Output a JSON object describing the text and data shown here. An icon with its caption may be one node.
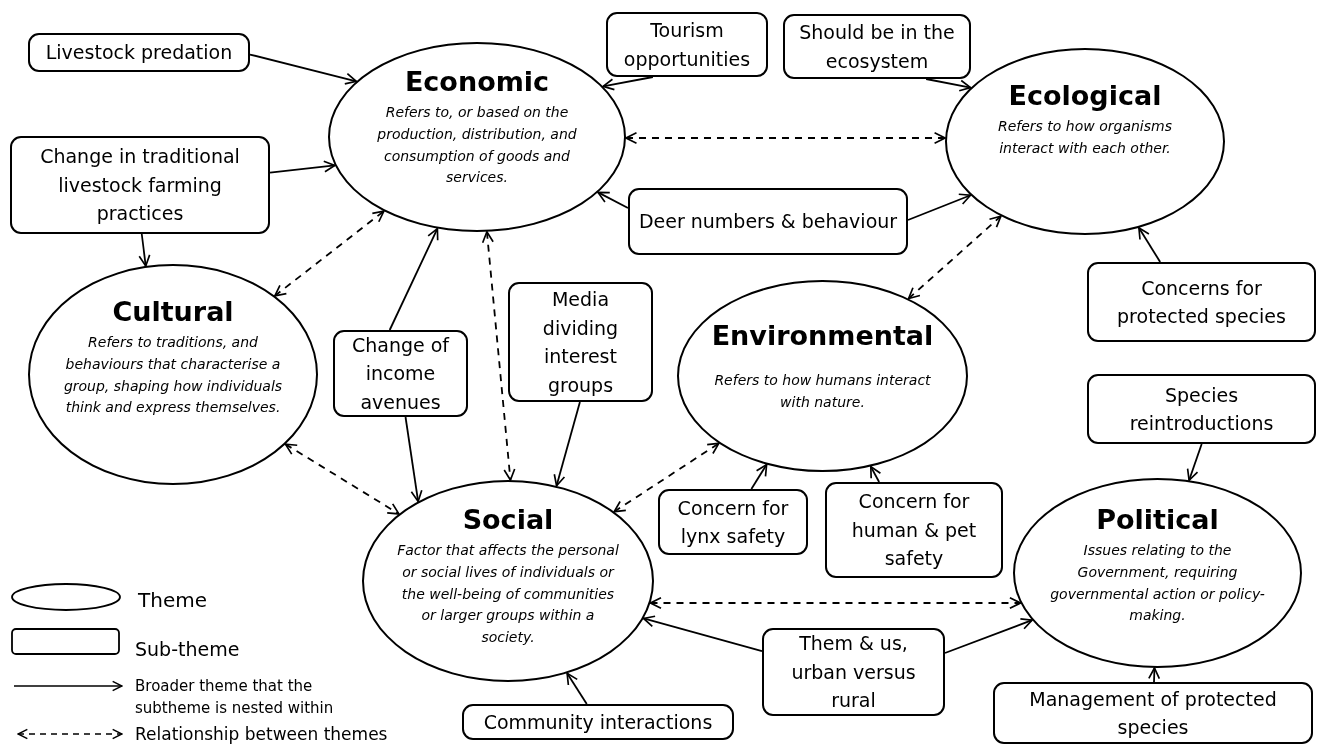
{
  "diagram": {
    "nodes": [
      {
        "text": [
          "Livestock predation"
        ]
      },
      {
        "text": [
          "Economic",
          "Refers to, or based on the production, distribution, and consumption of goods and services."
        ]
      },
      {
        "text": [
          "Tourism opportunities"
        ]
      },
      {
        "text": [
          "Should be in the ecosystem"
        ]
      },
      {
        "text": [
          "Ecological",
          "Refers to how organisms interact with each other."
        ]
      },
      {
        "text": [
          "Change in traditional livestock farming practices"
        ]
      },
      {
        "text": [
          "Deer numbers & behaviour"
        ]
      },
      {
        "text": [
          "Cultural",
          "Refers to traditions, and behaviours that characterise a group, shaping how individuals think and express themselves."
        ]
      },
      {
        "text": [
          "Media dividing interest groups"
        ]
      },
      {
        "text": [
          "Change of income avenues"
        ]
      },
      {
        "text": [
          "Environmental",
          "Refers to how humans interact with nature."
        ]
      },
      {
        "text": [
          "Concerns for protected species"
        ]
      },
      {
        "text": [
          "Species reintroductions"
        ]
      },
      {
        "text": [
          "Concern for lynx safety"
        ]
      },
      {
        "text": [
          "Concern for human & pet safety"
        ]
      },
      {
        "text": [
          "Social",
          "Factor that affects the personal or social lives of individuals or the well-being of communities or larger groups within a society."
        ]
      },
      {
        "text": [
          "Political",
          "Issues relating to the Government, requiring governmental action or policy-making."
        ]
      },
      {
        "text": [
          "Them & us, urban versus rural"
        ]
      },
      {
        "text": [
          "Community interactions"
        ]
      },
      {
        "text": [
          "Management of protected species"
        ]
      }
    ],
    "edges": [
      {
        "from": 0,
        "to": 1,
        "arrow": "to"
      },
      {
        "from": 5,
        "to": 1,
        "arrow": "to"
      },
      {
        "from": 5,
        "to": 7,
        "arrow": "to"
      },
      {
        "from": 2,
        "to": 1,
        "arrow": "to"
      },
      {
        "from": 3,
        "to": 4,
        "arrow": "to"
      },
      {
        "from": 1,
        "to": 4,
        "arrow": "both",
        "style": "dashed"
      },
      {
        "from": 6,
        "to": 1,
        "arrow": "to"
      },
      {
        "from": 6,
        "to": 4,
        "arrow": "to"
      },
      {
        "from": 7,
        "to": 1,
        "arrow": "both",
        "style": "dashed"
      },
      {
        "from": 9,
        "to": 1,
        "arrow": "to"
      },
      {
        "from": 9,
        "to": 15,
        "arrow": "to"
      },
      {
        "from": 1,
        "to": 15,
        "arrow": "both",
        "style": "dashed"
      },
      {
        "from": 8,
        "to": 15,
        "arrow": "to"
      },
      {
        "from": 10,
        "to": 4,
        "arrow": "both",
        "style": "dashed"
      },
      {
        "from": 11,
        "to": 4,
        "arrow": "to"
      },
      {
        "from": 12,
        "to": 16,
        "arrow": "to"
      },
      {
        "from": 7,
        "to": 15,
        "arrow": "both",
        "style": "dashed"
      },
      {
        "from": 15,
        "to": 10,
        "arrow": "both",
        "style": "dashed"
      },
      {
        "from": 13,
        "to": 10,
        "arrow": "to"
      },
      {
        "from": 14,
        "to": 10,
        "arrow": "to"
      },
      {
        "from": 15,
        "to": 16,
        "arrow": "both",
        "style": "dashed"
      },
      {
        "from": 17,
        "to": 15,
        "arrow": "to"
      },
      {
        "from": 17,
        "to": 16,
        "arrow": "to"
      },
      {
        "from": 18,
        "to": 15,
        "arrow": "to"
      },
      {
        "from": 19,
        "to": 16,
        "arrow": "to"
      }
    ],
    "legend": [
      {
        "text": "Theme"
      },
      {
        "text": "Sub-theme"
      },
      {
        "text": "Broader theme that the subtheme is nested within"
      },
      {
        "text": "Relationship between themes"
      }
    ]
  }
}
